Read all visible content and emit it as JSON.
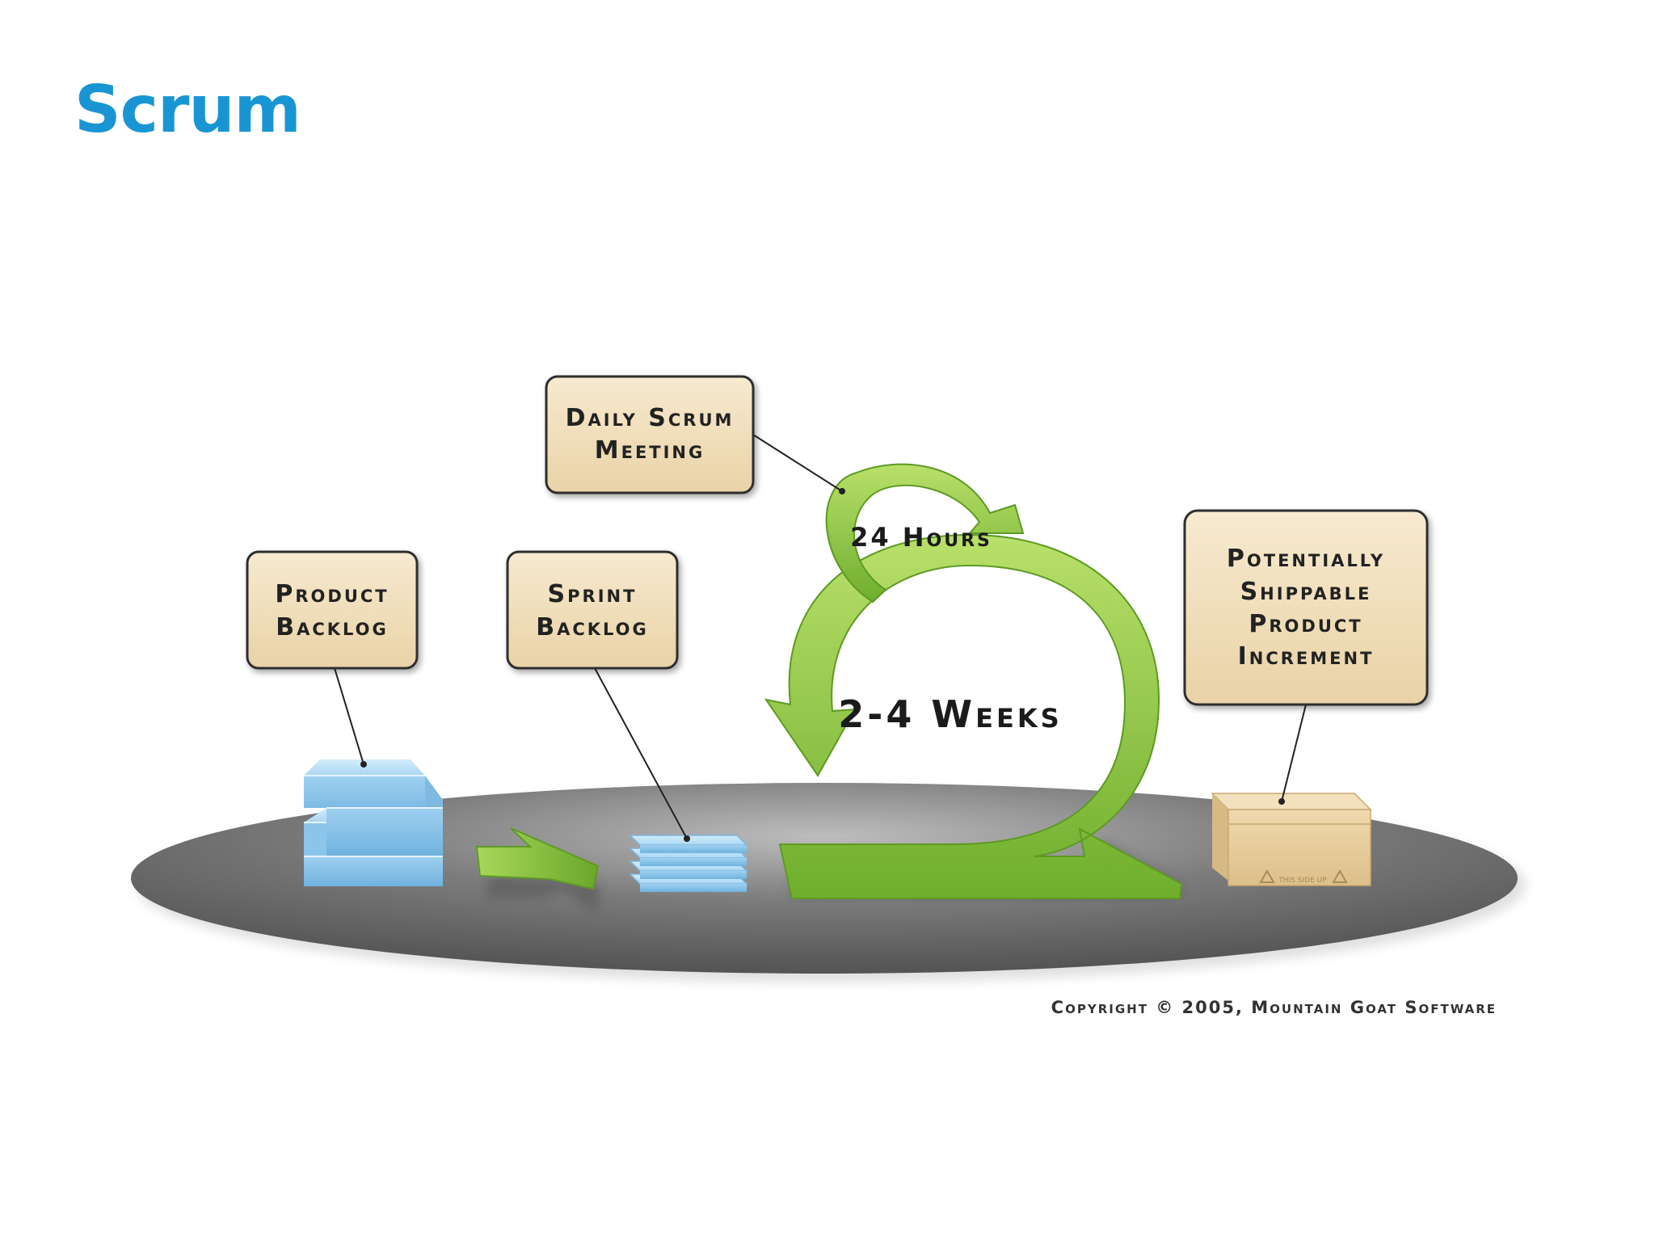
{
  "slide": {
    "title": "Scrum"
  },
  "diagram": {
    "daily_scrum": {
      "line1": "Daily Scrum",
      "line2": "Meeting"
    },
    "product_backlog": {
      "line1": "Product",
      "line2": "Backlog"
    },
    "sprint_backlog": {
      "line1": "Sprint",
      "line2": "Backlog"
    },
    "increment": {
      "line1": "Potentially",
      "line2": "Shippable",
      "line3": "Product",
      "line4": "Increment"
    },
    "hours_label": "24 Hours",
    "weeks_label": "2-4 Weeks",
    "box_stamp": "THIS SIDE UP",
    "copyright": "Copyright © 2005, Mountain Goat Software"
  },
  "colors": {
    "title": "#1a95d3",
    "label_box_fill": "#f1dfb9",
    "label_box_border": "#2e2e2e",
    "arrow_green": "#86c43a",
    "platform_gray": "#6e6e6e",
    "backlog_blue": "#a9d3f0",
    "carton_tan": "#e3c593"
  }
}
